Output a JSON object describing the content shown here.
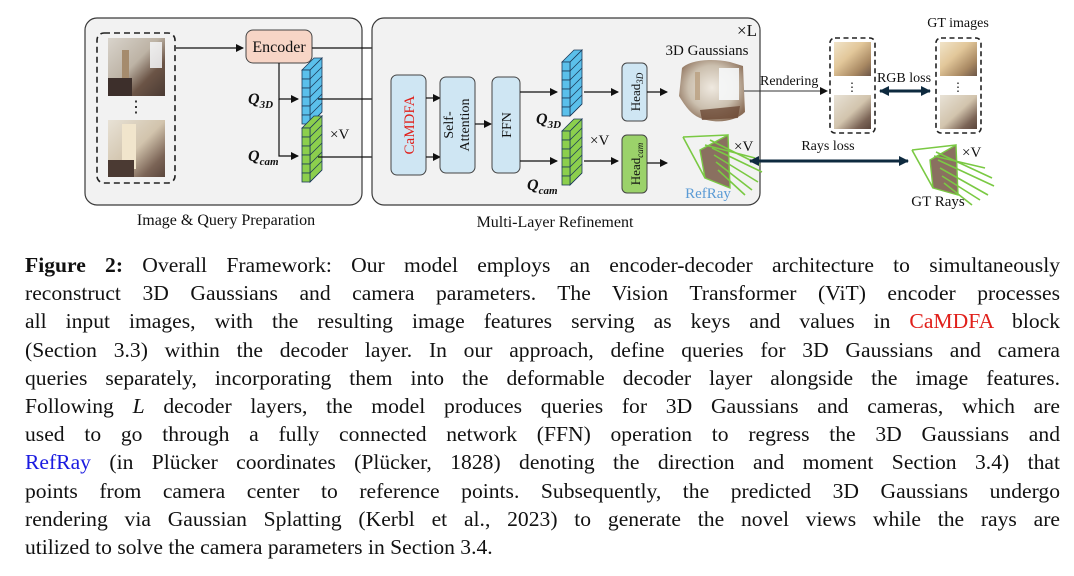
{
  "figure": {
    "panels": {
      "prep": {
        "label": "Image & Query Preparation"
      },
      "refine": {
        "label": "Multi-Layer Refinement",
        "repeat": "×L"
      }
    },
    "blocks": {
      "encoder": "Encoder",
      "camdfa": "CaMDFA",
      "self_attention_1": "Self-",
      "self_attention_2": "Attention",
      "ffn": "FFN",
      "head3d_main": "Head",
      "head3d_sub": "3D",
      "headcam_main": "Head",
      "headcam_sub": "cam"
    },
    "queries": {
      "q3d_main": "Q",
      "q3d_sub": "3D",
      "qcam_main": "Q",
      "qcam_sub": "cam",
      "times_v": "×V"
    },
    "outputs": {
      "gaussians_label": "3D Gaussians",
      "refray_label": "RefRay",
      "times_v": "×V",
      "rendering_label": "Rendering",
      "rgb_loss_label": "RGB loss",
      "rays_loss_label": "Rays loss",
      "gt_images_label": "GT images",
      "gt_rays_label": "GT Rays",
      "gt_times_v": "×V",
      "ellipsis": "⋮"
    },
    "colors": {
      "panel_fill": "#f2f2f2",
      "encoder_fill": "#f7d5c6",
      "block_fill": "#cfe6f3",
      "head_cam_fill": "#9bd26a",
      "feature_blue": "#5bc0eb",
      "feature_green": "#8ccf4d",
      "camdfa_text": "#e0201b",
      "refray_text": "#5b9bd5",
      "loss_arrow": "#0e2a3f",
      "ray_green": "#7ac943"
    }
  },
  "caption": {
    "label": "Figure 2:",
    "lines": [
      {
        "segments": [
          {
            "text": " Overall Framework: Our model employs an encoder-decoder architecture to simultaneously"
          }
        ]
      },
      {
        "segments": [
          {
            "text": "reconstruct 3D Gaussians and camera parameters. The Vision Transformer (ViT) encoder processes"
          }
        ]
      },
      {
        "segments": [
          {
            "text": "all input images, with the resulting image features serving as keys and values in "
          },
          {
            "text": "CaMDFA",
            "style": "red"
          },
          {
            "text": " block"
          }
        ]
      },
      {
        "segments": [
          {
            "text": "(Section 3.3) within the decoder layer. In our approach, define queries for 3D Gaussians and camera"
          }
        ]
      },
      {
        "segments": [
          {
            "text": "queries separately, incorporating them into the deformable decoder layer alongside the image features."
          }
        ]
      },
      {
        "segments": [
          {
            "text": "Following "
          },
          {
            "text": "L",
            "style": "ital"
          },
          {
            "text": " decoder layers, the model produces queries for 3D Gaussians and cameras, which are"
          }
        ]
      },
      {
        "segments": [
          {
            "text": "used to go through a fully connected network (FFN) operation to regress the 3D Gaussians and"
          }
        ]
      },
      {
        "segments": [
          {
            "text": "RefRay",
            "style": "blue"
          },
          {
            "text": " (in Plücker coordinates (Plücker, 1828) denoting the direction and moment Section 3.4) that"
          }
        ]
      },
      {
        "segments": [
          {
            "text": "points from camera center to reference points. Subsequently, the predicted 3D Gaussians undergo"
          }
        ]
      },
      {
        "segments": [
          {
            "text": "rendering via Gaussian Splatting (Kerbl et al., 2023) to generate the novel views while the rays are"
          }
        ]
      },
      {
        "segments": [
          {
            "text": "utilized to solve the camera parameters in Section 3.4."
          }
        ]
      }
    ]
  }
}
